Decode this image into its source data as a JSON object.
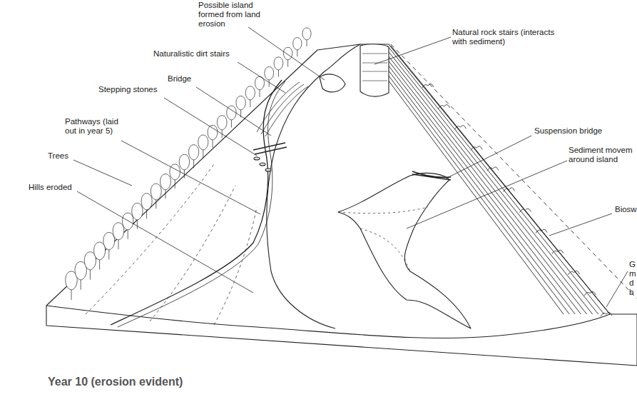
{
  "diagram": {
    "caption": "Year 10 (erosion evident)",
    "labels": [
      "Possible island formed from land erosion",
      "Naturalistic dirt stairs",
      "Bridge",
      "Stepping stones",
      "Pathways (laid out in year 5)",
      "Trees",
      "Hills eroded",
      "Natural rock stairs (interacts with sediment)",
      "Suspension bridge",
      "Sediment movem around island",
      "Biosw",
      "G m d b"
    ]
  }
}
